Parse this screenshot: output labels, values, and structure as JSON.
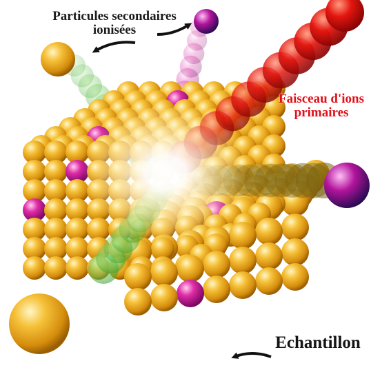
{
  "labels": {
    "secondary_line1": "Particules secondaires",
    "secondary_line2": "ionisées",
    "primary_line1": "Faisceau d'ions",
    "primary_line2": "primaires",
    "sample": "Echantillon"
  },
  "colors": {
    "sample_atom": "#f2b52a",
    "impurity_atom": "#d8178f",
    "primary_beam": "#e4160f",
    "secondary_trail_green": "#49c23a",
    "secondary_trail_magenta": "#cf43d6",
    "secondary_trail_dark": "#7a6414",
    "primary_label": "#e0101a",
    "label_text": "#1a1a1a"
  }
}
